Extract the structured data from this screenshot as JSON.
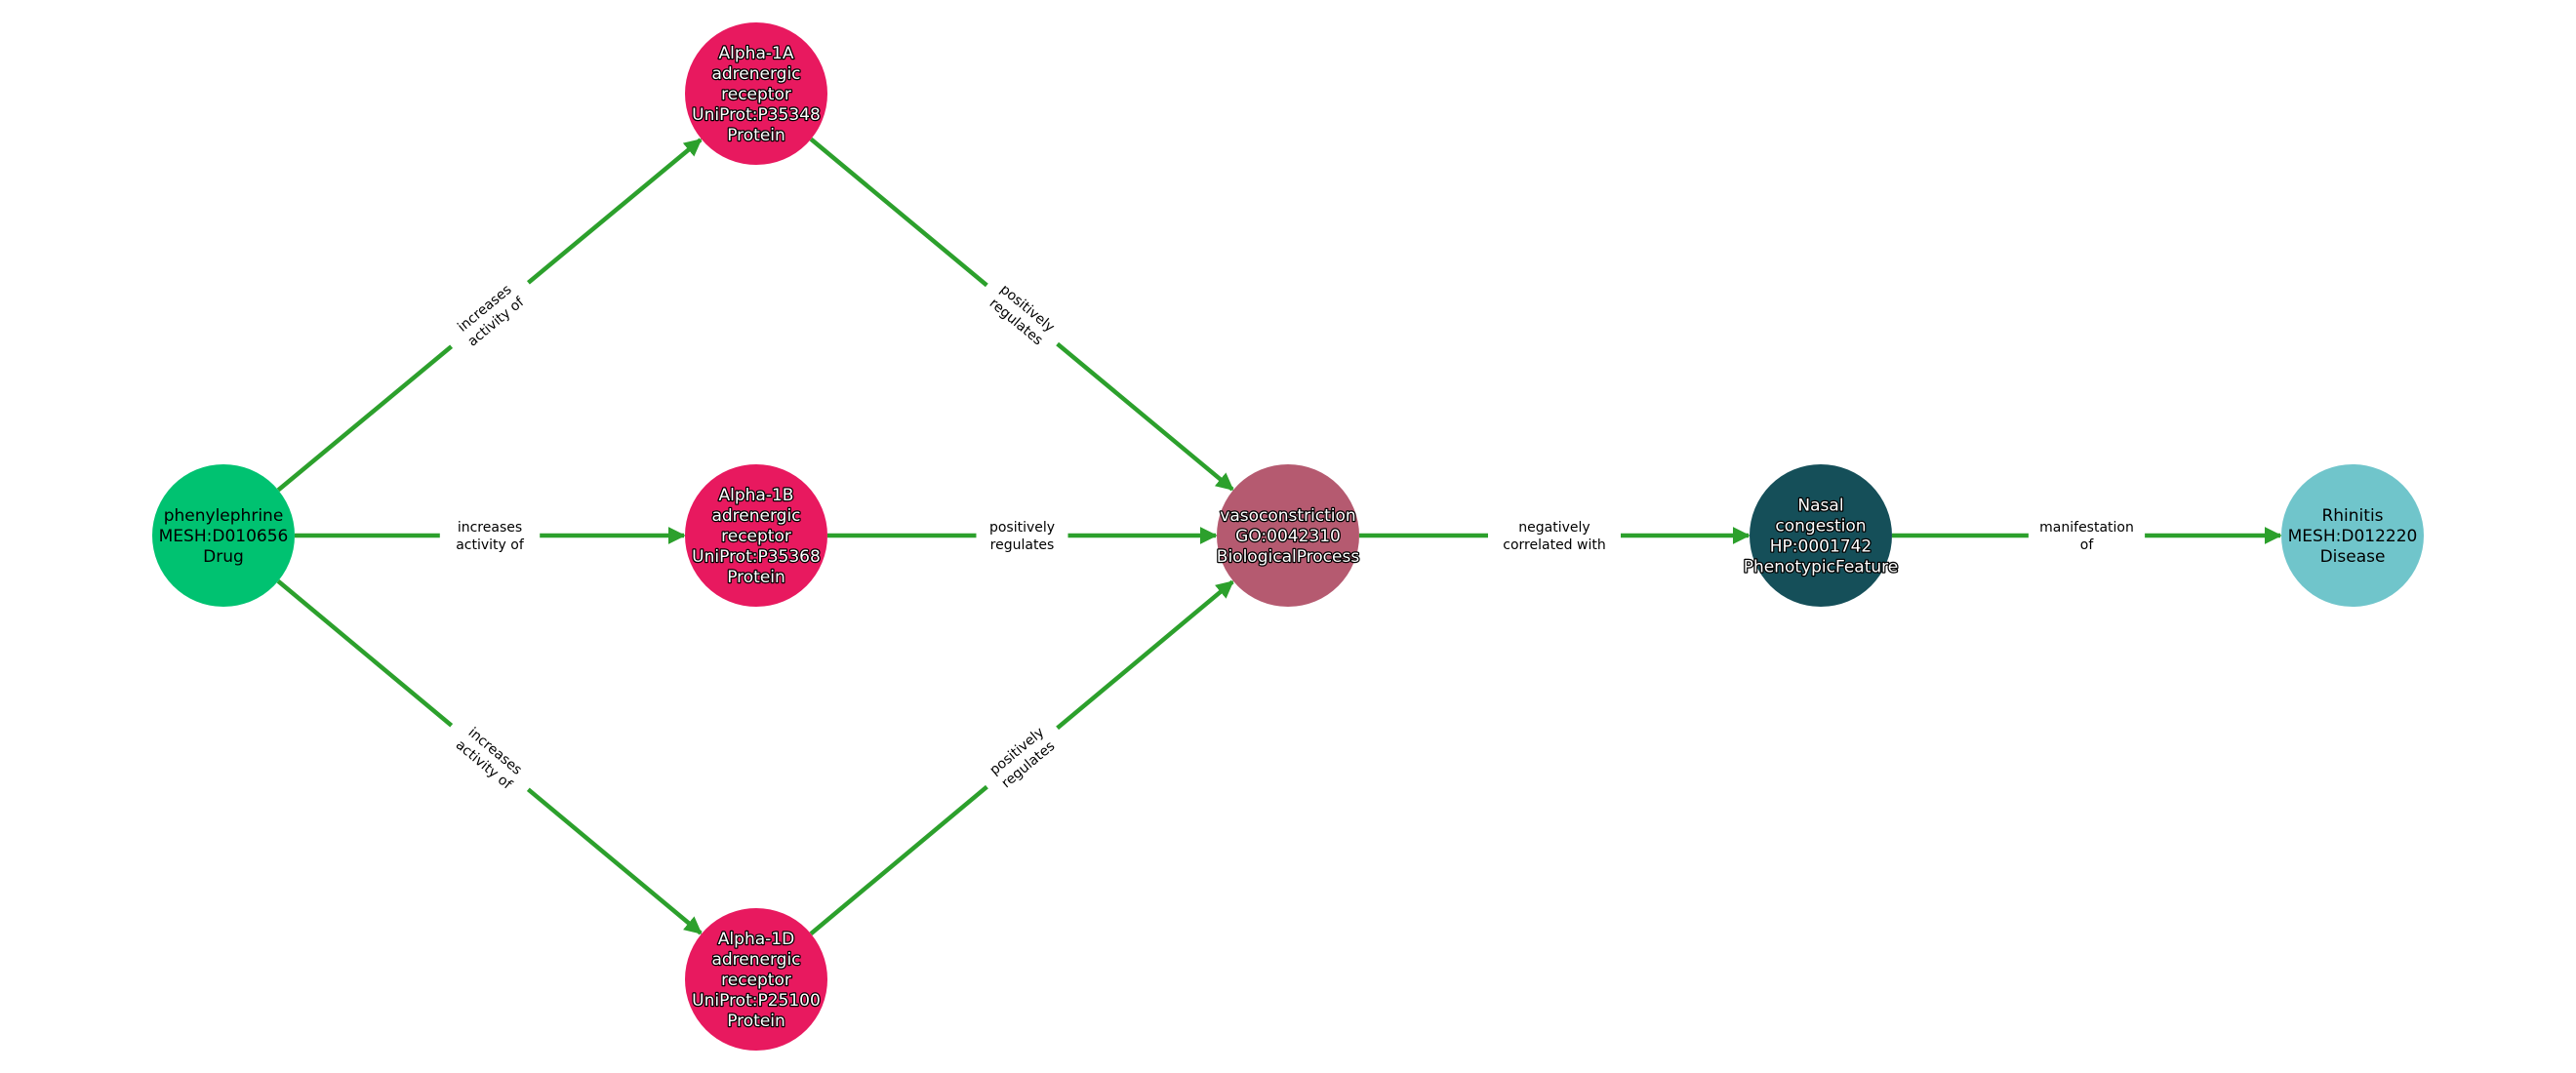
{
  "colors": {
    "edge": "#2ca02c",
    "drug": "#00c271",
    "protein": "#e8195f",
    "process": "#b55a70",
    "phenotype": "#154f59",
    "disease": "#70c5cb"
  },
  "nodes": [
    {
      "id": "phenylephrine",
      "lines": [
        "phenylephrine",
        "MESH:D010656",
        "Drug"
      ],
      "type": "drug",
      "text": "dark"
    },
    {
      "id": "alpha-1a",
      "lines": [
        "Alpha-1A",
        "adrenergic",
        "receptor",
        "UniProt:P35348",
        "Protein"
      ],
      "type": "protein",
      "text": "light"
    },
    {
      "id": "alpha-1b",
      "lines": [
        "Alpha-1B",
        "adrenergic",
        "receptor",
        "UniProt:P35368",
        "Protein"
      ],
      "type": "protein",
      "text": "light"
    },
    {
      "id": "alpha-1d",
      "lines": [
        "Alpha-1D",
        "adrenergic",
        "receptor",
        "UniProt:P25100",
        "Protein"
      ],
      "type": "protein",
      "text": "light"
    },
    {
      "id": "vasoconstriction",
      "lines": [
        "vasoconstriction",
        "GO:0042310",
        "BiologicalProcess"
      ],
      "type": "process",
      "text": "light"
    },
    {
      "id": "nasal-congestion",
      "lines": [
        "Nasal",
        "congestion",
        "HP:0001742",
        "PhenotypicFeature"
      ],
      "type": "phenotype",
      "text": "light"
    },
    {
      "id": "rhinitis",
      "lines": [
        "Rhinitis",
        "MESH:D012220",
        "Disease"
      ],
      "type": "disease",
      "text": "dark"
    }
  ],
  "edges": [
    {
      "source": 0,
      "target": 1,
      "lines": [
        "increases",
        "activity of"
      ]
    },
    {
      "source": 0,
      "target": 2,
      "lines": [
        "increases",
        "activity of"
      ]
    },
    {
      "source": 0,
      "target": 3,
      "lines": [
        "increases",
        "activity of"
      ]
    },
    {
      "source": 1,
      "target": 4,
      "lines": [
        "positively",
        "regulates"
      ]
    },
    {
      "source": 2,
      "target": 4,
      "lines": [
        "positively",
        "regulates"
      ]
    },
    {
      "source": 3,
      "target": 4,
      "lines": [
        "positively",
        "regulates"
      ]
    },
    {
      "source": 4,
      "target": 5,
      "lines": [
        "negatively",
        "correlated with"
      ]
    },
    {
      "source": 5,
      "target": 6,
      "lines": [
        "manifestation",
        "of"
      ]
    }
  ]
}
